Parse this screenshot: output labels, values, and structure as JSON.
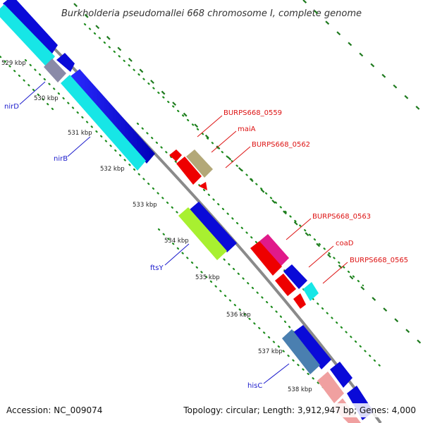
{
  "title": "Burkholderia pseudomallei 668 chromosome I, complete genome",
  "footer": {
    "accession": "Accession: NC_009074",
    "info": "Topology: circular; Length: 3,912,947 bp; Genes: 4,000"
  },
  "kbp_ticks": [
    {
      "id": "529",
      "label": "529 kbp"
    },
    {
      "id": "530",
      "label": "530 kbp"
    },
    {
      "id": "531",
      "label": "531 kbp"
    },
    {
      "id": "532",
      "label": "532 kbp"
    },
    {
      "id": "533",
      "label": "533 kbp"
    },
    {
      "id": "534",
      "label": "534 kbp"
    },
    {
      "id": "535",
      "label": "535 kbp"
    },
    {
      "id": "536",
      "label": "536 kbp"
    },
    {
      "id": "537",
      "label": "537 kbp"
    },
    {
      "id": "538",
      "label": "538 kbp"
    }
  ],
  "gene_labels": {
    "nirD": "nirD",
    "nirB": "nirB",
    "ftsY": "ftsY",
    "hisC": "hisC",
    "BURPS668_0559": "BURPS668_0559",
    "maiA": "maiA",
    "BURPS668_0562": "BURPS668_0562",
    "BURPS668_0563": "BURPS668_0563",
    "coaD": "coaD",
    "BURPS668_0565": "BURPS668_0565"
  },
  "colors": {
    "backbone": "#8a8a8a",
    "dots": "#1e8c1e",
    "dashes": "#1e7a1e",
    "blue": "#0a0ad8",
    "cyan": "#17e6e6",
    "red": "#ee0000",
    "olive": "#b3a878",
    "magenta": "#e01a8a",
    "lime": "#a8f030",
    "steelblue": "#4a7fb0",
    "salmon": "#f0a0a0",
    "grayblue": "#8a8aa8",
    "label_blue": "#1a1acc",
    "label_red": "#dd1111"
  }
}
